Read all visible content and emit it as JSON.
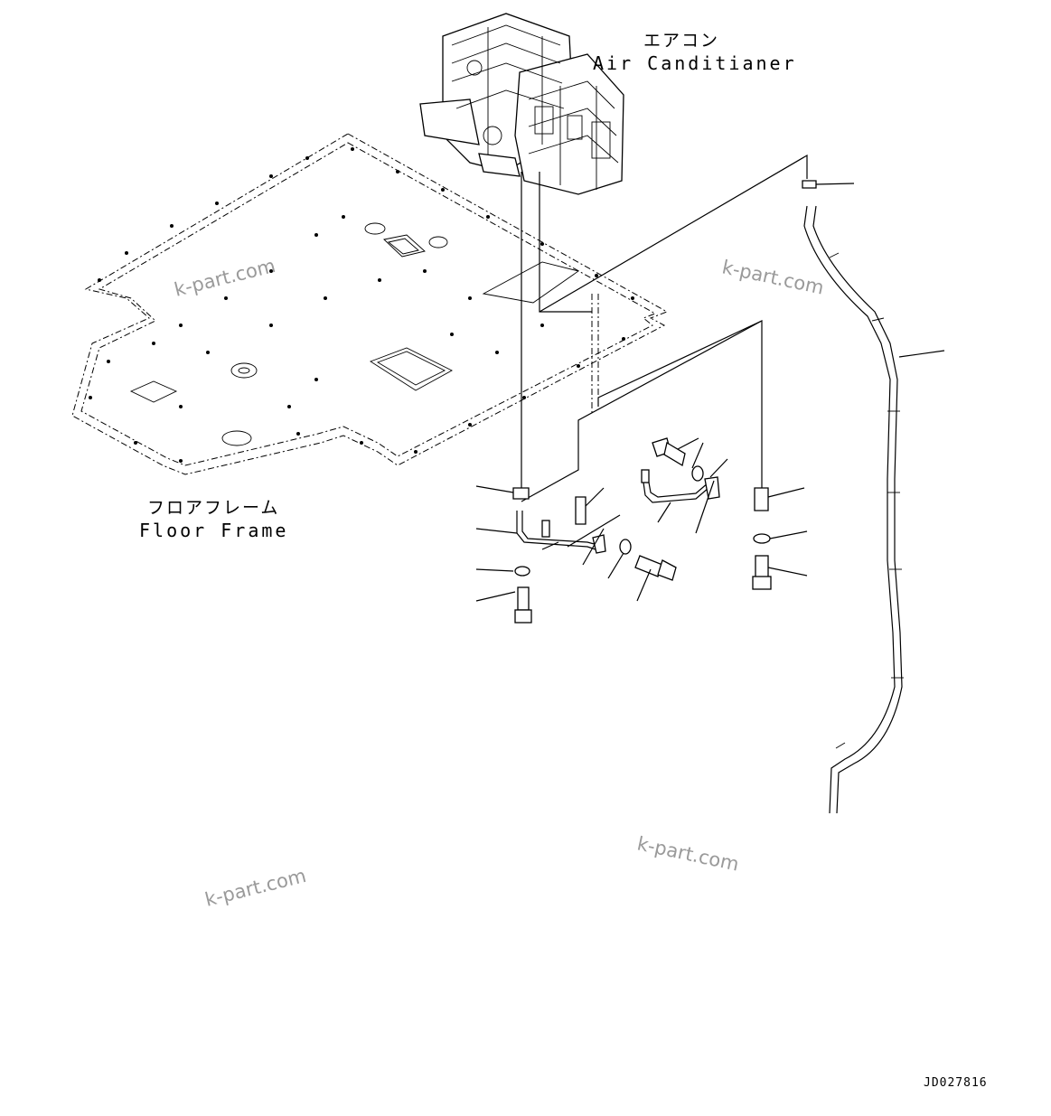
{
  "labels": {
    "air_conditioner_jp": "エアコン",
    "air_conditioner_en": "Air Canditianer",
    "floor_frame_jp": "フロアフレーム",
    "floor_frame_en": "Floor Frame"
  },
  "watermarks": [
    "k-part.com",
    "k-part.com",
    "k-part.com",
    "k-part.com"
  ],
  "drawing_code": "JD027816"
}
